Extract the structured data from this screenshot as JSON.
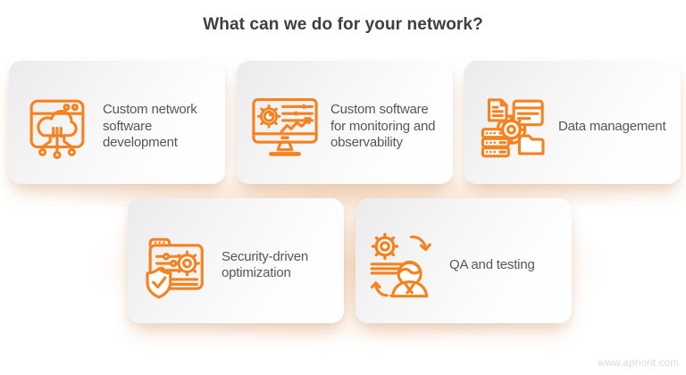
{
  "page": {
    "title": "What can we do for your network?",
    "watermark": "www.apriorit.com"
  },
  "colors": {
    "accent_orange": "#F5821F",
    "title_text": "#3F3F42",
    "card_text": "#57575B",
    "card_gradient_start": "#EBEBED",
    "card_gradient_end": "#FFFFFF",
    "warm_glow": "#F3CDAA",
    "watermark_text": "#DBDBD7",
    "background": "#FFFFFF"
  },
  "cards": [
    {
      "label": "Custom network\nsoftware\ndevelopment",
      "icon": "browser-cloud-network-icon"
    },
    {
      "label": "Custom software\nfor monitoring and\nobservability",
      "icon": "monitor-dashboard-icon"
    },
    {
      "label": "Data management",
      "icon": "data-management-gear-icon"
    },
    {
      "label": "Security-driven\noptimization",
      "icon": "secure-settings-shield-icon"
    },
    {
      "label": "QA and testing",
      "icon": "qa-engineer-cycle-icon"
    }
  ]
}
